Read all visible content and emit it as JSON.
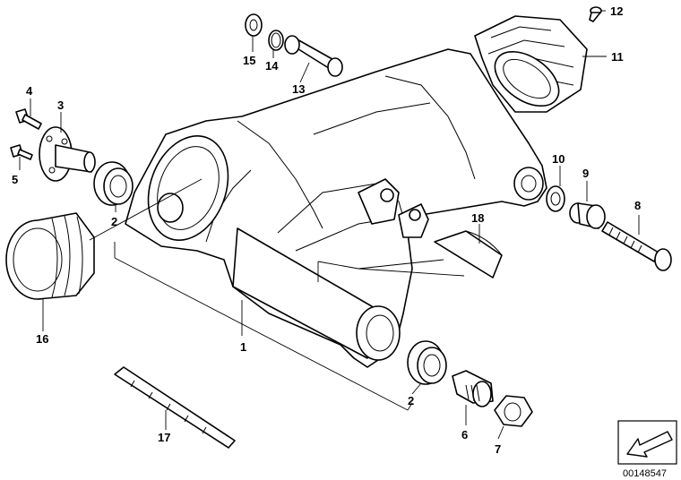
{
  "diagram": {
    "labels": {
      "p1": "1",
      "p2a": "2",
      "p2b": "2",
      "p3": "3",
      "p4": "4",
      "p5": "5",
      "p6": "6",
      "p7": "7",
      "p8": "8",
      "p9": "9",
      "p10": "10",
      "p11": "11",
      "p12": "12",
      "p13": "13",
      "p14": "14",
      "p15": "15",
      "p16": "16",
      "p17": "17",
      "p18": "18"
    },
    "document_id": "00148547"
  }
}
